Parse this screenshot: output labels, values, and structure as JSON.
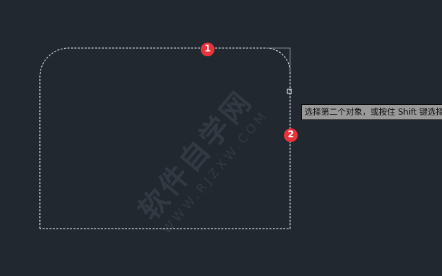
{
  "canvas": {
    "background": "#212830"
  },
  "markers": [
    {
      "label": "1"
    },
    {
      "label": "2"
    }
  ],
  "tooltip": {
    "text": "选择第二个对象，或按住 Shift 键选择"
  },
  "watermark": {
    "title": "软件自学网",
    "url": "WWW.RJZXW.COM"
  },
  "colors": {
    "marker": "#e8333a",
    "tooltip_bg": "#999999",
    "line": "#ffffff"
  }
}
